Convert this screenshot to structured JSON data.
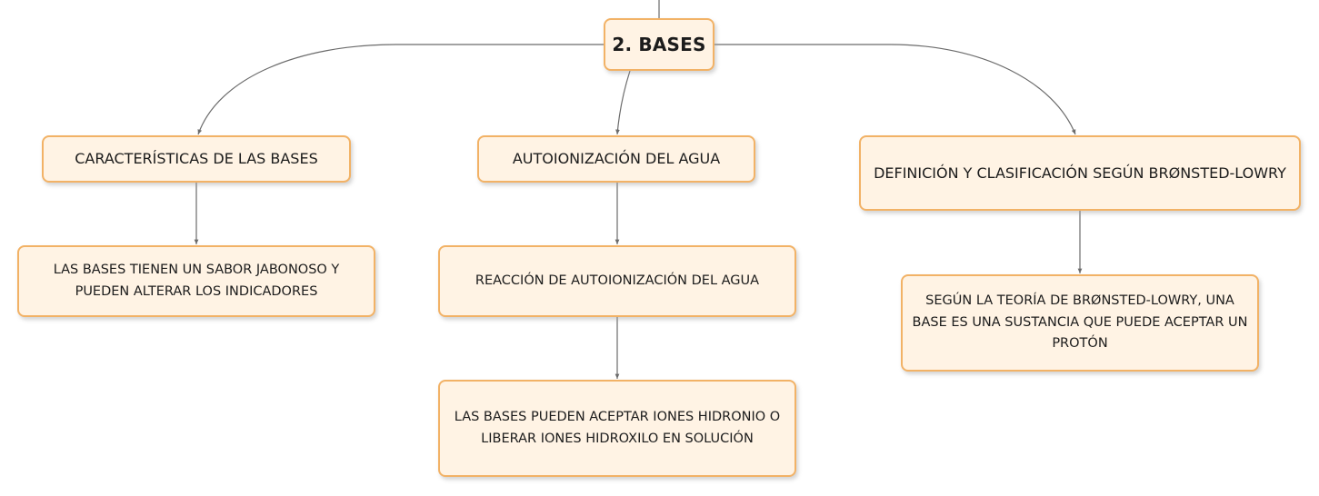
{
  "root": {
    "label": "2. BASES"
  },
  "branches": [
    {
      "label": "CARACTERÍSTICAS DE LAS BASES",
      "children": [
        "LAS BASES TIENEN UN SABOR JABONOSO Y PUEDEN ALTERAR LOS INDICADORES"
      ]
    },
    {
      "label": "AUTOIONIZACIÓN DEL AGUA",
      "children": [
        "REACCIÓN DE AUTOIONIZACIÓN DEL AGUA",
        "LAS BASES PUEDEN ACEPTAR IONES HIDRONIO O LIBERAR IONES HIDROXILO EN SOLUCIÓN"
      ]
    },
    {
      "label": "DEFINICIÓN Y CLASIFICACIÓN SEGÚN BRØNSTED-LOWRY",
      "children": [
        "SEGÚN LA TEORÍA DE BRØNSTED-LOWRY, UNA BASE ES UNA SUSTANCIA QUE PUEDE ACEPTAR UN PROTÓN"
      ]
    }
  ],
  "colors": {
    "node_fill": "#fff3e4",
    "node_border": "#f2b266",
    "connector": "#6b6b6b",
    "text": "#1c1c1c"
  }
}
